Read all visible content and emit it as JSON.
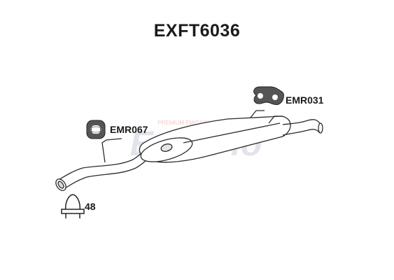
{
  "title": "EXFT6036",
  "parts": {
    "hanger_a": "EMR031",
    "hanger_b": "EMR067",
    "clamp": "48"
  },
  "watermark": {
    "brand": "EuroFlo",
    "tagline": "PREMIUM EMISSION SYSTEMS",
    "color_primary": "#9aa3b8",
    "color_accent": "#e8a0a0"
  },
  "icons": [
    "rubber-hanger-icon",
    "rubber-mount-icon",
    "u-bolt-clamp-icon",
    "exhaust-silencer-diagram"
  ]
}
